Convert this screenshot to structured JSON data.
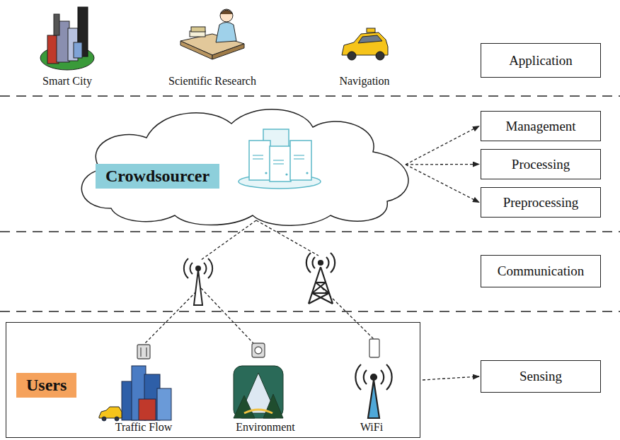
{
  "diagram": {
    "nodes": [
      {
        "text": [
          "Application"
        ]
      },
      {
        "text": [
          "Crowdsourcer"
        ]
      },
      {
        "text": [
          "Management"
        ]
      },
      {
        "text": [
          "Processing"
        ]
      },
      {
        "text": [
          "Preprocessing"
        ]
      },
      {
        "text": [
          "Communication"
        ]
      },
      {
        "text": [
          "Users"
        ]
      },
      {
        "text": [
          "Sensing"
        ]
      }
    ],
    "edges": [
      {
        "from": 1,
        "to": 2,
        "arrow": "to"
      },
      {
        "from": 1,
        "to": 3,
        "arrow": "to"
      },
      {
        "from": 1,
        "to": 4,
        "arrow": "to"
      },
      {
        "from": 6,
        "to": 7,
        "arrow": "to"
      }
    ],
    "labels": [
      "Smart City",
      "Scientific Research",
      "Navigation",
      "Traffic Flow",
      "Environment",
      "WiFi"
    ]
  }
}
